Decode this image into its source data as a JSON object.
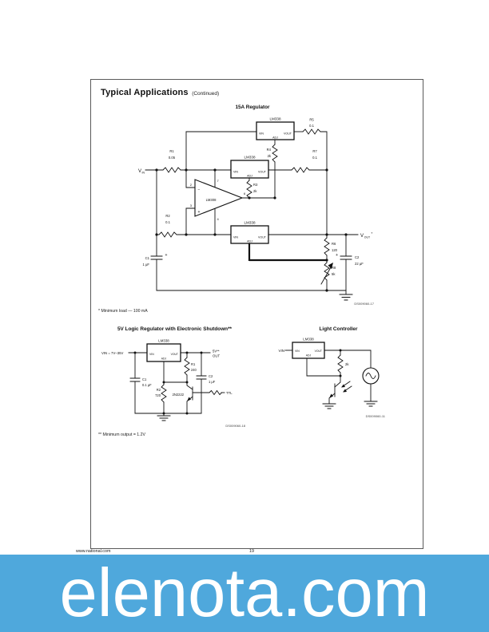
{
  "page": {
    "heading": "Typical Applications",
    "heading_suffix": "(Continued)",
    "footnote_min_load": "* Minimum load — 100 mA",
    "footnote_min_output": "** Minimum output = 1.2V",
    "footer_url": "www.national.com",
    "page_number": "19"
  },
  "banner": {
    "text": "elenota.com"
  },
  "colors": {
    "banner_bg": "#4FA8DC",
    "banner_text": "#FFFFFF"
  },
  "circuit_15a": {
    "title": "15A Regulator",
    "fig_id": "DS009060-17",
    "reg1": "LM338",
    "reg2": "LM338",
    "reg3": "LM338",
    "opamp": "LM308",
    "pin_in": "VIN",
    "pin_out": "VOUT",
    "pin_adj": "ADJ",
    "vin_v": "V",
    "vin_sub": "IN",
    "vout_v": "V",
    "vout_sub": "OUT",
    "vout_star": "*",
    "r1": "R1",
    "r1_val": "0.05",
    "r2": "R2",
    "r2_val": "0.1",
    "r3": "R3",
    "r3_val": "2k",
    "r4": "R4",
    "r4_val": "2k",
    "r5": "R5",
    "r5_val": "0.1",
    "r6": "R6",
    "r6_val": "120",
    "r7": "R7",
    "r7_val": "0.1",
    "r8": "R8",
    "r8_val": "5k",
    "c1": "C1",
    "c1_val": "1 μF",
    "c2": "C2",
    "c2_val": "22 μF",
    "plus": "+",
    "minus": "−",
    "pin2": "2",
    "pin3": "3",
    "pin4": "4",
    "pin6": "6",
    "pin7": "7"
  },
  "circuit_5v": {
    "title": "5V Logic Regulator with Electronic Shutdown**",
    "fig_id": "DS009060-18",
    "reg": "LM338",
    "pin_in": "VIN",
    "pin_out": "VOUT",
    "pin_adj": "ADJ",
    "input_label": "VIN = 7V–35V",
    "output_line1": "5V**",
    "output_line2": "OUT",
    "r1": "R1",
    "r1_val": "240",
    "r2": "R2",
    "r2_val": "720",
    "c1": "C1",
    "c1_val": "0.1 μF",
    "c2": "C2",
    "c2_val": "1 μF",
    "q1": "2N2222",
    "ttl": "TTL"
  },
  "circuit_light": {
    "title": "Light Controller",
    "fig_id": "DS009060-11",
    "reg": "LM338",
    "pin_in": "VIN",
    "pin_out": "VOUT",
    "pin_adj": "ADJ",
    "vin": "VIN",
    "r_val": "2k"
  }
}
